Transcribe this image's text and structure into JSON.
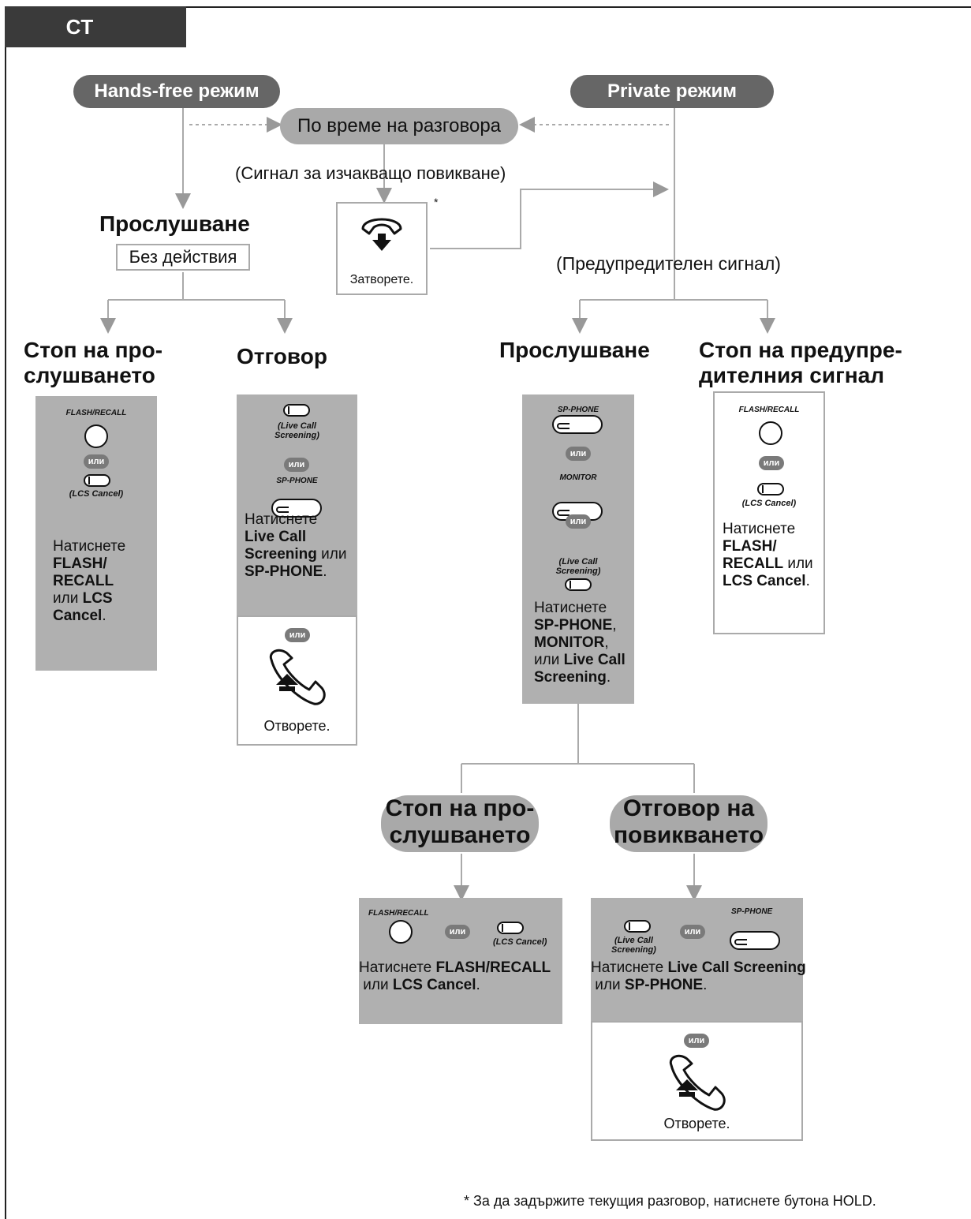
{
  "tab_label": "CT",
  "top": {
    "hands_free": "Hands-free режим",
    "private": "Private режим",
    "during_call": "По време на разговора",
    "waiting_signal": "(Сигнал за изчакващо повикване)",
    "asterisk": "*",
    "hang_up": "Затворете.",
    "warning_signal": "(Предупредителен сигнал)"
  },
  "left": {
    "listening": "Прослушване",
    "no_action": "Без действия",
    "stop_heading": "Стоп на про-\nслушването",
    "answer_heading": "Отговор",
    "stop_panel": {
      "flash_label": "FLASH/RECALL",
      "or": "или",
      "lcs_label": "(LCS Cancel)",
      "desc_pre": "Натиснете",
      "desc_b1": "FLASH/\nRECALL",
      "desc_mid": "или",
      "desc_b2": "LCS\nCancel",
      "desc_end": "."
    },
    "answer_panel": {
      "lcs_label": "(Live Call\nScreening)",
      "or": "или",
      "sp_label": "SP-PHONE",
      "desc_pre": "Натиснете",
      "desc_b1": "Live Call\nScreening",
      "desc_mid": "или",
      "desc_b2": "SP-PHONE",
      "desc_end": ".",
      "or2": "или",
      "open": "Отворете."
    }
  },
  "right": {
    "listening_heading": "Прослушване",
    "stop_warning_heading": "Стоп на предупре-\nдителния сигнал",
    "listen_panel": {
      "sp_label": "SP-PHONE",
      "or1": "или",
      "monitor_label": "MONITOR",
      "or2": "или",
      "lcs_label": "(Live Call\nScreening)",
      "desc_pre": "Натиснете",
      "desc_b1": "SP-PHONE",
      "desc_comma": ",",
      "desc_b2": "MONITOR",
      "desc_comma2": ",",
      "desc_mid": "или",
      "desc_b3": "Live Call\nScreening",
      "desc_end": "."
    },
    "warning_panel": {
      "flash_label": "FLASH/RECALL",
      "or": "или",
      "lcs_label": "(LCS Cancel)",
      "desc_pre": "Натиснете",
      "desc_b1": "FLASH/\nRECALL",
      "desc_mid": "или",
      "desc_b2": "LCS Cancel",
      "desc_end": "."
    }
  },
  "bottom": {
    "stop_pill": "Стоп на про-\nслушването",
    "answer_pill": "Отговор на\nповикването",
    "stop_panel": {
      "flash_label": "FLASH/RECALL",
      "or": "или",
      "lcs_label": "(LCS Cancel)",
      "desc_pre": "Натиснете",
      "desc_b1": "FLASH/RECALL",
      "desc_mid": "или",
      "desc_b2": "LCS Cancel",
      "desc_end": "."
    },
    "answer_panel": {
      "lcs_label": "(Live Call\nScreening)",
      "or": "или",
      "sp_label": "SP-PHONE",
      "desc_pre": "Натиснете",
      "desc_b1": "Live Call Screening",
      "desc_mid": "или",
      "desc_b2": "SP-PHONE",
      "desc_end": ".",
      "or2": "или",
      "open": "Отворете."
    }
  },
  "footnote": "* За да задържите текущия разговор, натиснете бутона HOLD."
}
